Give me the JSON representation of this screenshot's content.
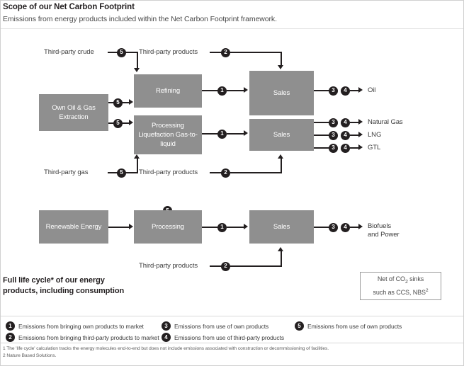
{
  "header": {
    "title": "Scope of our Net Carbon Footprint",
    "subtitle": "Emissions from energy products included within the Net Carbon Footprint framework."
  },
  "diagram": {
    "boxes": {
      "extraction": "Own Oil & Gas Extraction",
      "refining": "Refining",
      "processing_lng": "Processing Liquefaction Gas-to-liquid",
      "sales_oil": "Sales",
      "sales_gas": "Sales",
      "renewable": "Renewable Energy",
      "processing_renew": "Processing",
      "sales_renew": "Sales"
    },
    "inputs": {
      "third_party_crude": "Third-party crude",
      "third_party_gas": "Third-party gas",
      "third_party_products_top": "Third-party products",
      "third_party_products_mid": "Third-party products",
      "third_party_products_bottom": "Third-party products"
    },
    "outputs": {
      "oil": "Oil",
      "natural_gas": "Natural Gas",
      "lng": "LNG",
      "gtl": "GTL",
      "biofuels_line1": "Biofuels",
      "biofuels_line2": "and Power"
    },
    "badges": {
      "one": "1",
      "two": "2",
      "three": "3",
      "four": "4",
      "five": "5"
    },
    "colors": {
      "box_fill": "#8f8f8f",
      "badge_fill": "#231f20",
      "line": "#231f20"
    }
  },
  "statements": {
    "lifecycle_line1": "Full life cycle* of our energy",
    "lifecycle_line2": "products, including consumption",
    "co2_line1_pre": "Net of CO",
    "co2_line1_sub": "2",
    "co2_line1_post": " sinks",
    "co2_line2_pre": "such as CCS, NBS",
    "co2_line2_sup": "2"
  },
  "legend": {
    "items": [
      {
        "num": "1",
        "text": "Emissions from bringing own products to market"
      },
      {
        "num": "2",
        "text": "Emissions from bringing third-party products to market"
      },
      {
        "num": "3",
        "text": "Emissions from use of own products"
      },
      {
        "num": "4",
        "text": "Emissions from use of third-party products"
      },
      {
        "num": "5",
        "text": "Emissions from use of own products"
      }
    ]
  },
  "footnotes": {
    "one": "1 The 'life cycle' calculation tracks the energy molecules end-to-end but does not include emissions associated with construction or decommissioning of facilities.",
    "two": "2 Nature Based Solutions."
  }
}
